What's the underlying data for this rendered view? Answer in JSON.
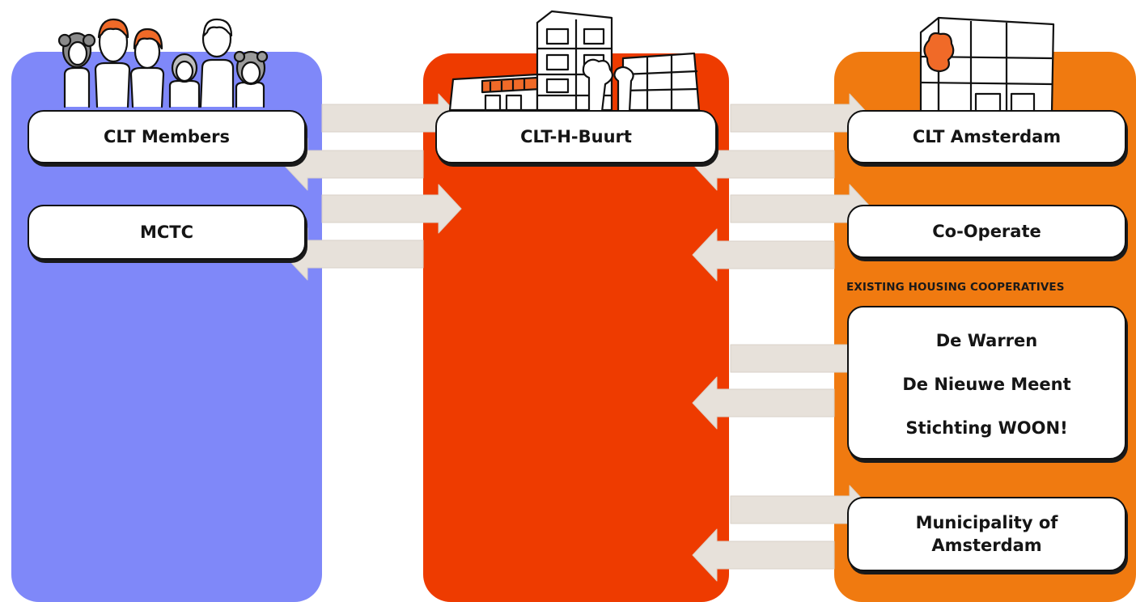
{
  "colors": {
    "left_column": "#7f88f9",
    "middle_column": "#ee3b00",
    "right_column": "#f07a10",
    "arrow": "#e7e1da"
  },
  "left": {
    "illustration": "group-of-people-icon",
    "boxes": [
      "CLT Members",
      "MCTC"
    ]
  },
  "middle": {
    "illustration": "apartment-building-icon",
    "boxes": [
      "CLT-H-Buurt"
    ]
  },
  "right": {
    "illustration": "office-building-with-tree-icon",
    "clt_amsterdam": "CLT Amsterdam",
    "co_operate": "Co-Operate",
    "cooperatives_heading": "EXISTING HOUSING COOPERATIVES",
    "cooperatives": [
      "De Warren",
      "De Nieuwe Meent",
      "Stichting WOON!"
    ],
    "municipality": "Municipality of Amsterdam"
  },
  "connections": [
    {
      "from": "CLT Members",
      "to": "CLT-H-Buurt",
      "bidirectional": true
    },
    {
      "from": "MCTC",
      "to": "CLT-H-Buurt",
      "bidirectional": true
    },
    {
      "from": "CLT-H-Buurt",
      "to": "CLT Amsterdam",
      "bidirectional": true
    },
    {
      "from": "CLT-H-Buurt",
      "to": "Co-Operate",
      "bidirectional": true
    },
    {
      "from": "CLT-H-Buurt",
      "to": "EXISTING HOUSING COOPERATIVES",
      "bidirectional": true
    },
    {
      "from": "CLT-H-Buurt",
      "to": "Municipality of Amsterdam",
      "bidirectional": true
    }
  ]
}
